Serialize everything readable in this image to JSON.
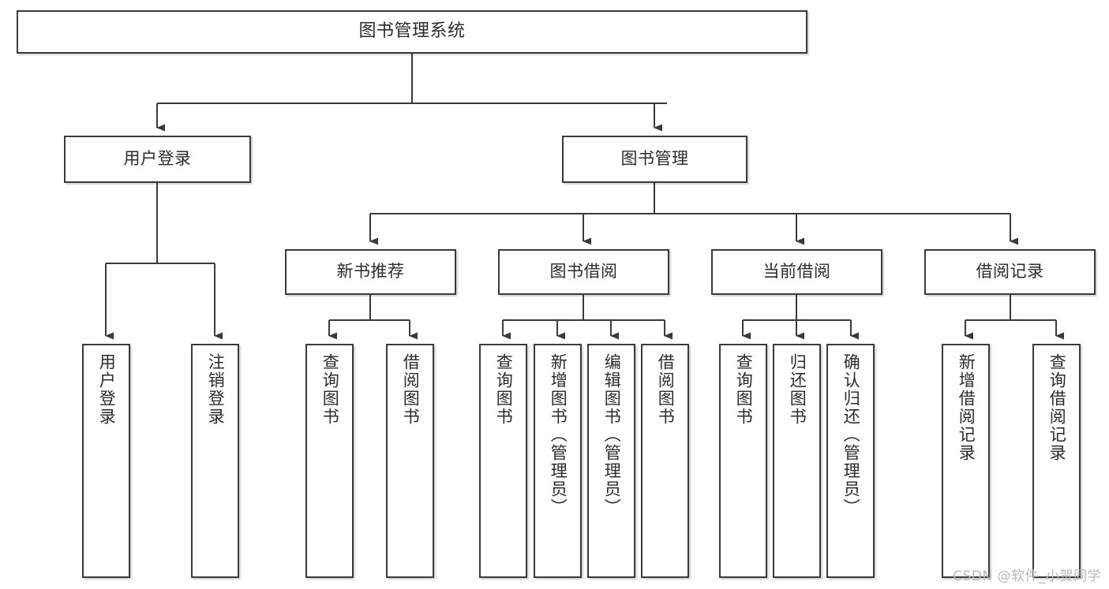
{
  "diagram": {
    "title": "图书管理系统",
    "type": "tree-hierarchy",
    "colors": {
      "box_border": "#3a3a3a",
      "box_fill": "#ffffff",
      "connector": "#3a3a3a",
      "text": "#2b2b2b",
      "watermark": "#b9b9b9",
      "background": "#ffffff"
    },
    "root": {
      "label": "图书管理系统"
    },
    "level2": [
      {
        "label": "用户登录"
      },
      {
        "label": "图书管理"
      }
    ],
    "level3": [
      {
        "label": "新书推荐"
      },
      {
        "label": "图书借阅"
      },
      {
        "label": "当前借阅"
      },
      {
        "label": "借阅记录"
      }
    ],
    "leaves": {
      "user_login": [
        {
          "label": "用户登录"
        },
        {
          "label": "注销登录"
        }
      ],
      "new_book_recommend": [
        {
          "label": "查询图书"
        },
        {
          "label": "借阅图书"
        }
      ],
      "book_borrow": [
        {
          "label": "查询图书"
        },
        {
          "label": "新增图书（管理员）"
        },
        {
          "label": "编辑图书（管理员）"
        },
        {
          "label": "借阅图书"
        }
      ],
      "current_borrow": [
        {
          "label": "查询图书"
        },
        {
          "label": "归还图书"
        },
        {
          "label": "确认归还（管理员）"
        }
      ],
      "borrow_record": [
        {
          "label": "新增借阅记录"
        },
        {
          "label": "查询借阅记录"
        }
      ]
    }
  },
  "watermark": {
    "text": "CSDN @软件_小贺同学"
  }
}
